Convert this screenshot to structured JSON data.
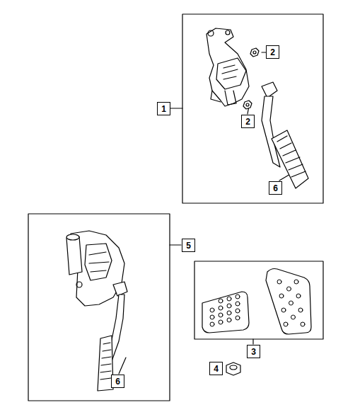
{
  "diagram": {
    "labels": [
      "2",
      "1",
      "2",
      "6",
      "5",
      "3",
      "4",
      "6"
    ]
  }
}
